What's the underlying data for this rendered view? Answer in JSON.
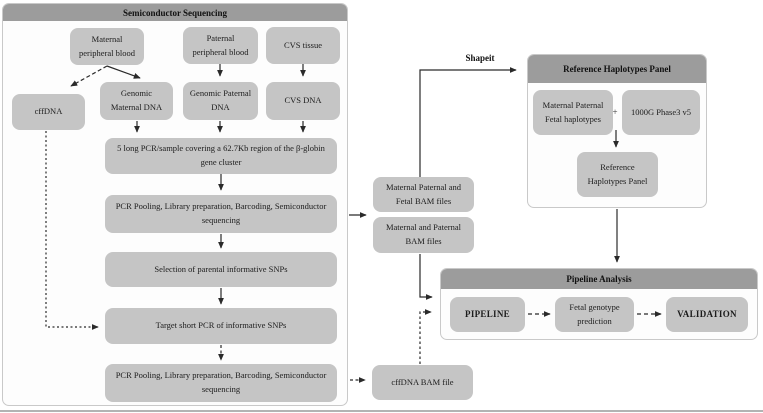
{
  "colors": {
    "box_fill": "#c5c5c5",
    "header_fill": "#9c9c9c",
    "panel_fill": "#fdfdfd",
    "panel_border": "#c9c9c9",
    "line": "#2a2a2a"
  },
  "semi": {
    "title": "Semiconductor Sequencing",
    "boxes": {
      "maternal_blood": "Maternal peripheral blood",
      "paternal_blood": "Paternal peripheral blood",
      "cvs_tissue": "CVS tissue",
      "cffdna": "cffDNA",
      "genomic_maternal": "Genomic Maternal DNA",
      "genomic_paternal": "Genomic Paternal DNA",
      "cvs_dna": "CVS DNA",
      "long_pcr": "5 long PCR/sample covering a 62.7Kb region of the β-globin gene cluster",
      "pcr_pooling_1": "PCR Pooling, Library preparation, Barcoding, Semiconductor sequencing",
      "snp_selection": "Selection of parental informative SNPs",
      "target_short_pcr": "Target short PCR of informative SNPs",
      "pcr_pooling_2": "PCR Pooling, Library preparation, Barcoding, Semiconductor sequencing"
    }
  },
  "middle": {
    "shapeit": "Shapeit",
    "mpf_bam": "Maternal Paternal and Fetal BAM files",
    "mp_bam": "Maternal and Paternal BAM files",
    "cffdna_bam": "cffDNA BAM file"
  },
  "reference": {
    "title": "Reference Haplotypes Panel",
    "haplotypes": "Maternal Paternal Fetal haplotypes",
    "plus": "+",
    "phase3": "1000G Phase3 v5",
    "result": "Reference Haplotypes Panel"
  },
  "pipeline": {
    "title": "Pipeline Analysis",
    "pipeline": "PIPELINE",
    "fetal": "Fetal genotype prediction",
    "validation": "VALIDATION"
  }
}
